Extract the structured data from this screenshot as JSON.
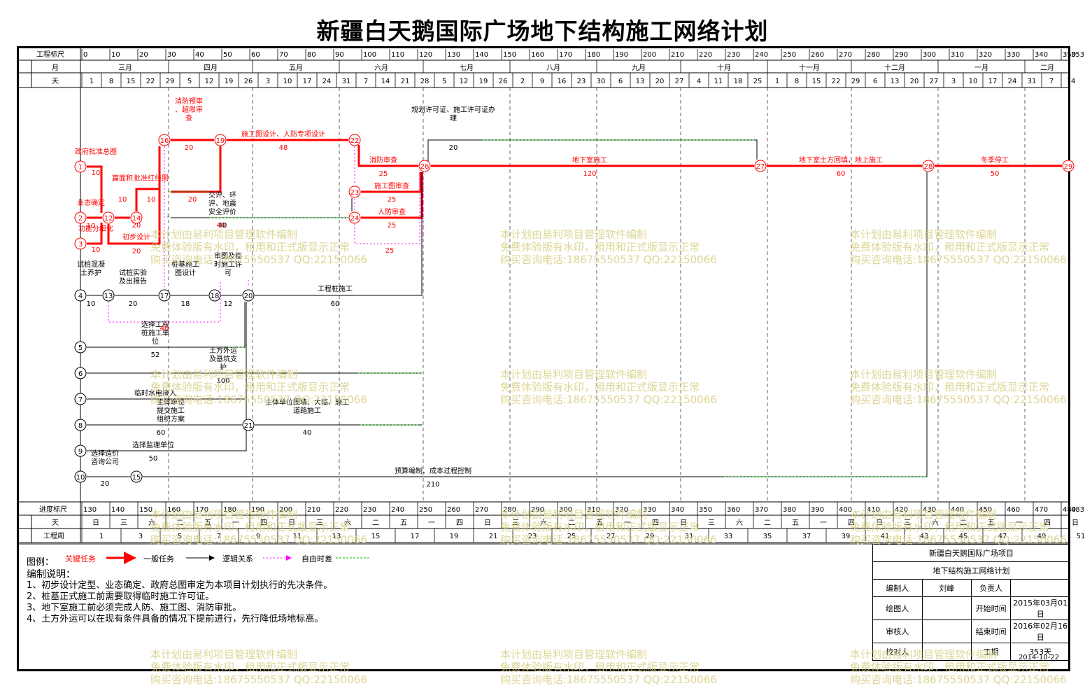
{
  "title": "新疆白天鹅国际广场地下结构施工网络计划",
  "scale_top": {
    "label": "工程标尺",
    "ticks": [
      "0",
      "10",
      "20",
      "30",
      "40",
      "50",
      "60",
      "70",
      "80",
      "90",
      "100",
      "110",
      "120",
      "130",
      "140",
      "150",
      "160",
      "170",
      "180",
      "190",
      "200",
      "210",
      "220",
      "230",
      "240",
      "250",
      "260",
      "270",
      "280",
      "290",
      "300",
      "310",
      "320",
      "330",
      "340",
      "350",
      "353"
    ]
  },
  "month_row": {
    "label": "月",
    "months": [
      "三月",
      "四月",
      "五月",
      "六月",
      "七月",
      "八月",
      "九月",
      "十月",
      "十一月",
      "十二月",
      "一月",
      "二月"
    ]
  },
  "day_row": {
    "label": "天",
    "days": [
      "1",
      "8",
      "15",
      "22",
      "29",
      "5",
      "12",
      "19",
      "26",
      "3",
      "10",
      "17",
      "24",
      "31",
      "7",
      "14",
      "21",
      "28",
      "5",
      "12",
      "19",
      "26",
      "2",
      "9",
      "16",
      "23",
      "30",
      "6",
      "13",
      "20",
      "27",
      "4",
      "11",
      "18",
      "25",
      "1",
      "8",
      "15",
      "22",
      "29",
      "6",
      "13",
      "20",
      "27",
      "3",
      "10",
      "17",
      "24",
      "31",
      "7",
      "14"
    ]
  },
  "scale_bottom": {
    "label": "进度标尺",
    "ticks": [
      "130",
      "140",
      "150",
      "160",
      "170",
      "180",
      "190",
      "200",
      "210",
      "220",
      "230",
      "240",
      "250",
      "260",
      "270",
      "280",
      "290",
      "300",
      "310",
      "320",
      "330",
      "340",
      "350",
      "360",
      "370",
      "380",
      "390",
      "400",
      "410",
      "420",
      "430",
      "440",
      "450",
      "460",
      "470",
      "480",
      "483"
    ]
  },
  "weekday_row": {
    "label": "天",
    "days": [
      "日",
      "三",
      "六",
      "二",
      "五",
      "一",
      "四",
      "日",
      "三",
      "六",
      "二",
      "五",
      "一",
      "四",
      "日",
      "三",
      "六",
      "二",
      "五",
      "一",
      "四",
      "日",
      "三",
      "六",
      "二",
      "五",
      "一",
      "四",
      "日",
      "三",
      "六",
      "二",
      "五",
      "一",
      "四",
      "日"
    ]
  },
  "week_row": {
    "label": "工程周",
    "weeks": [
      "1",
      "3",
      "5",
      "7",
      "9",
      "11",
      "13",
      "15",
      "17",
      "19",
      "21",
      "23",
      "25",
      "27",
      "29",
      "31",
      "33",
      "35",
      "37",
      "39",
      "41",
      "43",
      "45",
      "47",
      "49",
      "51"
    ]
  },
  "nodes": [
    "1",
    "2",
    "3",
    "4",
    "5",
    "6",
    "7",
    "8",
    "9",
    "10",
    "12",
    "13",
    "14",
    "15",
    "16",
    "17",
    "18",
    "19",
    "20",
    "21",
    "22",
    "23",
    "24",
    "26",
    "27",
    "28",
    "29"
  ],
  "tasks": [
    {
      "name": "政府批准总图",
      "duration": "10"
    },
    {
      "name": "业态确定",
      "duration": "10"
    },
    {
      "name": "功能分细化",
      "duration": "10"
    },
    {
      "name": "篇面积",
      "duration": "10"
    },
    {
      "name": "批准红线图",
      "duration": "10"
    },
    {
      "name": "初步设计",
      "duration": "20"
    },
    {
      "name": "消防预审、超限审查",
      "duration": "20"
    },
    {
      "name": "施工图设计、人防专项设计",
      "duration": "48"
    },
    {
      "name": "消防审查",
      "duration": "25"
    },
    {
      "name": "施工图审查",
      "duration": "25"
    },
    {
      "name": "人防审查",
      "duration": "25"
    },
    {
      "name": "地下室施工",
      "duration": "120"
    },
    {
      "name": "地下室土方回填，地上施工",
      "duration": "60"
    },
    {
      "name": "冬季停工",
      "duration": "50"
    },
    {
      "name": "规划许可证、施工许可证办理",
      "duration": "20"
    },
    {
      "name": "交评、环评、地震安全评价",
      "duration": "40"
    },
    {
      "name": "试桩混凝土养护",
      "duration": "10"
    },
    {
      "name": "试桩实验及出报告",
      "duration": "20"
    },
    {
      "name": "桩基施工图设计",
      "duration": "18"
    },
    {
      "name": "审图及临时施工许可",
      "duration": "12"
    },
    {
      "name": "工程桩施工",
      "duration": "60"
    },
    {
      "name": "选择工程桩施工单位",
      "duration": "52"
    },
    {
      "name": "土方外运及基坑支护",
      "duration": "100"
    },
    {
      "name": "临时水电接入",
      "duration": ""
    },
    {
      "name": "主体单位提交施工组织方案",
      "duration": "60"
    },
    {
      "name": "主体单位围墙、大临、施工道路施工",
      "duration": "40"
    },
    {
      "name": "选择监理单位",
      "duration": "50"
    },
    {
      "name": "选择造价咨询公司",
      "duration": "20"
    },
    {
      "name": "预算编制、成本过程控制",
      "duration": "210"
    }
  ],
  "float_labels": [
    "20",
    "40",
    "20",
    "40",
    "25"
  ],
  "legend": {
    "title": "图例：",
    "critical": "关键任务",
    "normal": "一般任务",
    "logic": "逻辑关系",
    "float": "自由时差"
  },
  "notes": {
    "title": "编制说明：",
    "items": [
      "1、初步设计定型、业态确定、政府总图审定为本项目计划执行的先决条件。",
      "2、桩基正式施工前需要取得临时施工许可证。",
      "3、地下室施工前必须完成人防、施工图、消防审批。",
      "4、土方外运可以在现有条件具备的情况下提前进行，先行降低场地标高。"
    ]
  },
  "info": {
    "project": "新疆白天鹅国际广场项目",
    "plan_name": "地下结构施工网络计划",
    "author_label": "编制人",
    "author": "刘峰",
    "owner_label": "负责人",
    "owner": "",
    "drawer_label": "绘图人",
    "drawer": "",
    "start_label": "开始时间",
    "start": "2015年03月01日",
    "reviewer_label": "审核人",
    "reviewer": "",
    "end_label": "结束时间",
    "end": "2016年02月16日",
    "checker_label": "校对人",
    "checker": "",
    "period_label": "工期",
    "period": "353天",
    "date": "2014-10-22"
  },
  "watermark": [
    "本计划由易利项目管理软件编制",
    "免费体验版有水印，租用和正式版显示正常",
    "购买咨询电话:18675550537 QQ:22150066"
  ],
  "colors": {
    "critical": "#ff0000",
    "normal": "#000000",
    "logic": "#ff00ff",
    "float": "#00b000",
    "watermark": "#d8cf84"
  }
}
